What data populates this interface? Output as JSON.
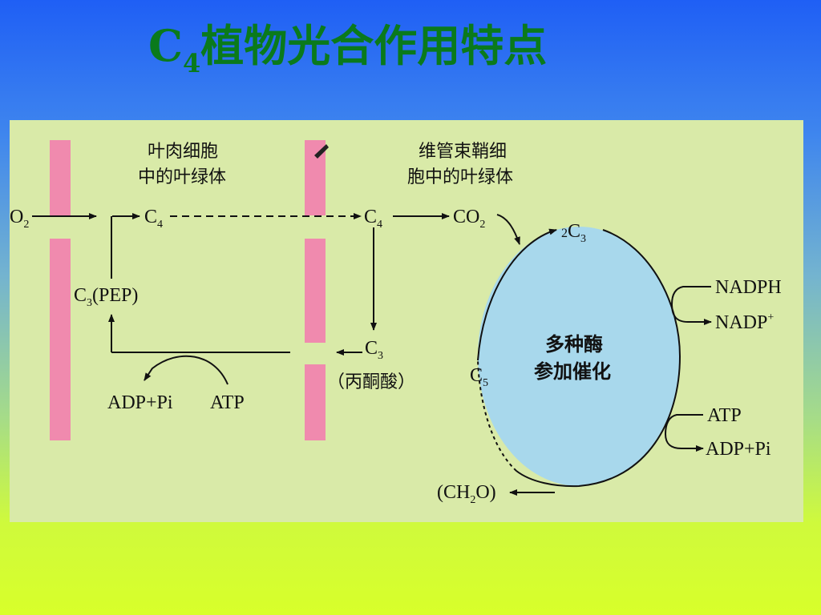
{
  "title": {
    "main": "C",
    "sub": "4",
    "rest": "植物光合作用特点"
  },
  "diagram": {
    "mesophyll_label_1": "叶肉细胞",
    "mesophyll_label_2": "中的叶绿体",
    "bundle_label_1": "维管束鞘细",
    "bundle_label_2": "胞中的叶绿体",
    "co2_in": "O",
    "co2_in_sub": "2",
    "c4_left": "C",
    "c4_left_sub": "4",
    "c4_right": "C",
    "c4_right_sub": "4",
    "co2_right": "CO",
    "co2_right_sub": "2",
    "c3_pep": "C",
    "c3_pep_sub": "3",
    "c3_pep_rest": "(PEP)",
    "c3_right": "C",
    "c3_right_sub": "3",
    "pyruvate": "（丙酮酸）",
    "adp_pi_left": "ADP+Pi",
    "atp_left": "ATP",
    "two_c3_pre": "2",
    "two_c3": "C",
    "two_c3_sub": "3",
    "c5": "C",
    "c5_sub": "5",
    "enzyme_1": "多种酶",
    "enzyme_2": "参加催化",
    "nadph": "NADPH",
    "nadp": "NADP",
    "nadp_sup": "+",
    "atp_right": "ATP",
    "adp_pi_right": "ADP+Pi",
    "ch2o_open": "(CH",
    "ch2o_sub": "2",
    "ch2o_close": "O)"
  },
  "colors": {
    "title": "#0a7a1c",
    "panel": "#d9eaa8",
    "membrane": "#f08aae",
    "calvin_circle": "#a8d8ec"
  }
}
